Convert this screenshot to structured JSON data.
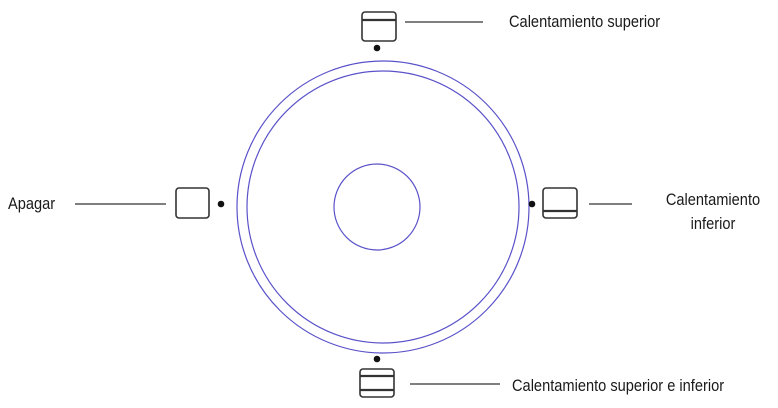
{
  "labels": {
    "top": "Calentamiento superior",
    "left": "Apagar",
    "right_line1": "Calentamiento",
    "right_line2": "inferior",
    "bottom": "Calentamiento superior e inferior"
  },
  "icons": {
    "top": "oven-top-heat-icon",
    "left": "oven-off-icon",
    "right": "oven-bottom-heat-icon",
    "bottom": "oven-top-bottom-heat-icon"
  },
  "colors": {
    "dial_stroke": "#5a52c9",
    "icon_stroke": "#333333",
    "text": "#1a1a1a",
    "indicator_dot": "#111111"
  }
}
